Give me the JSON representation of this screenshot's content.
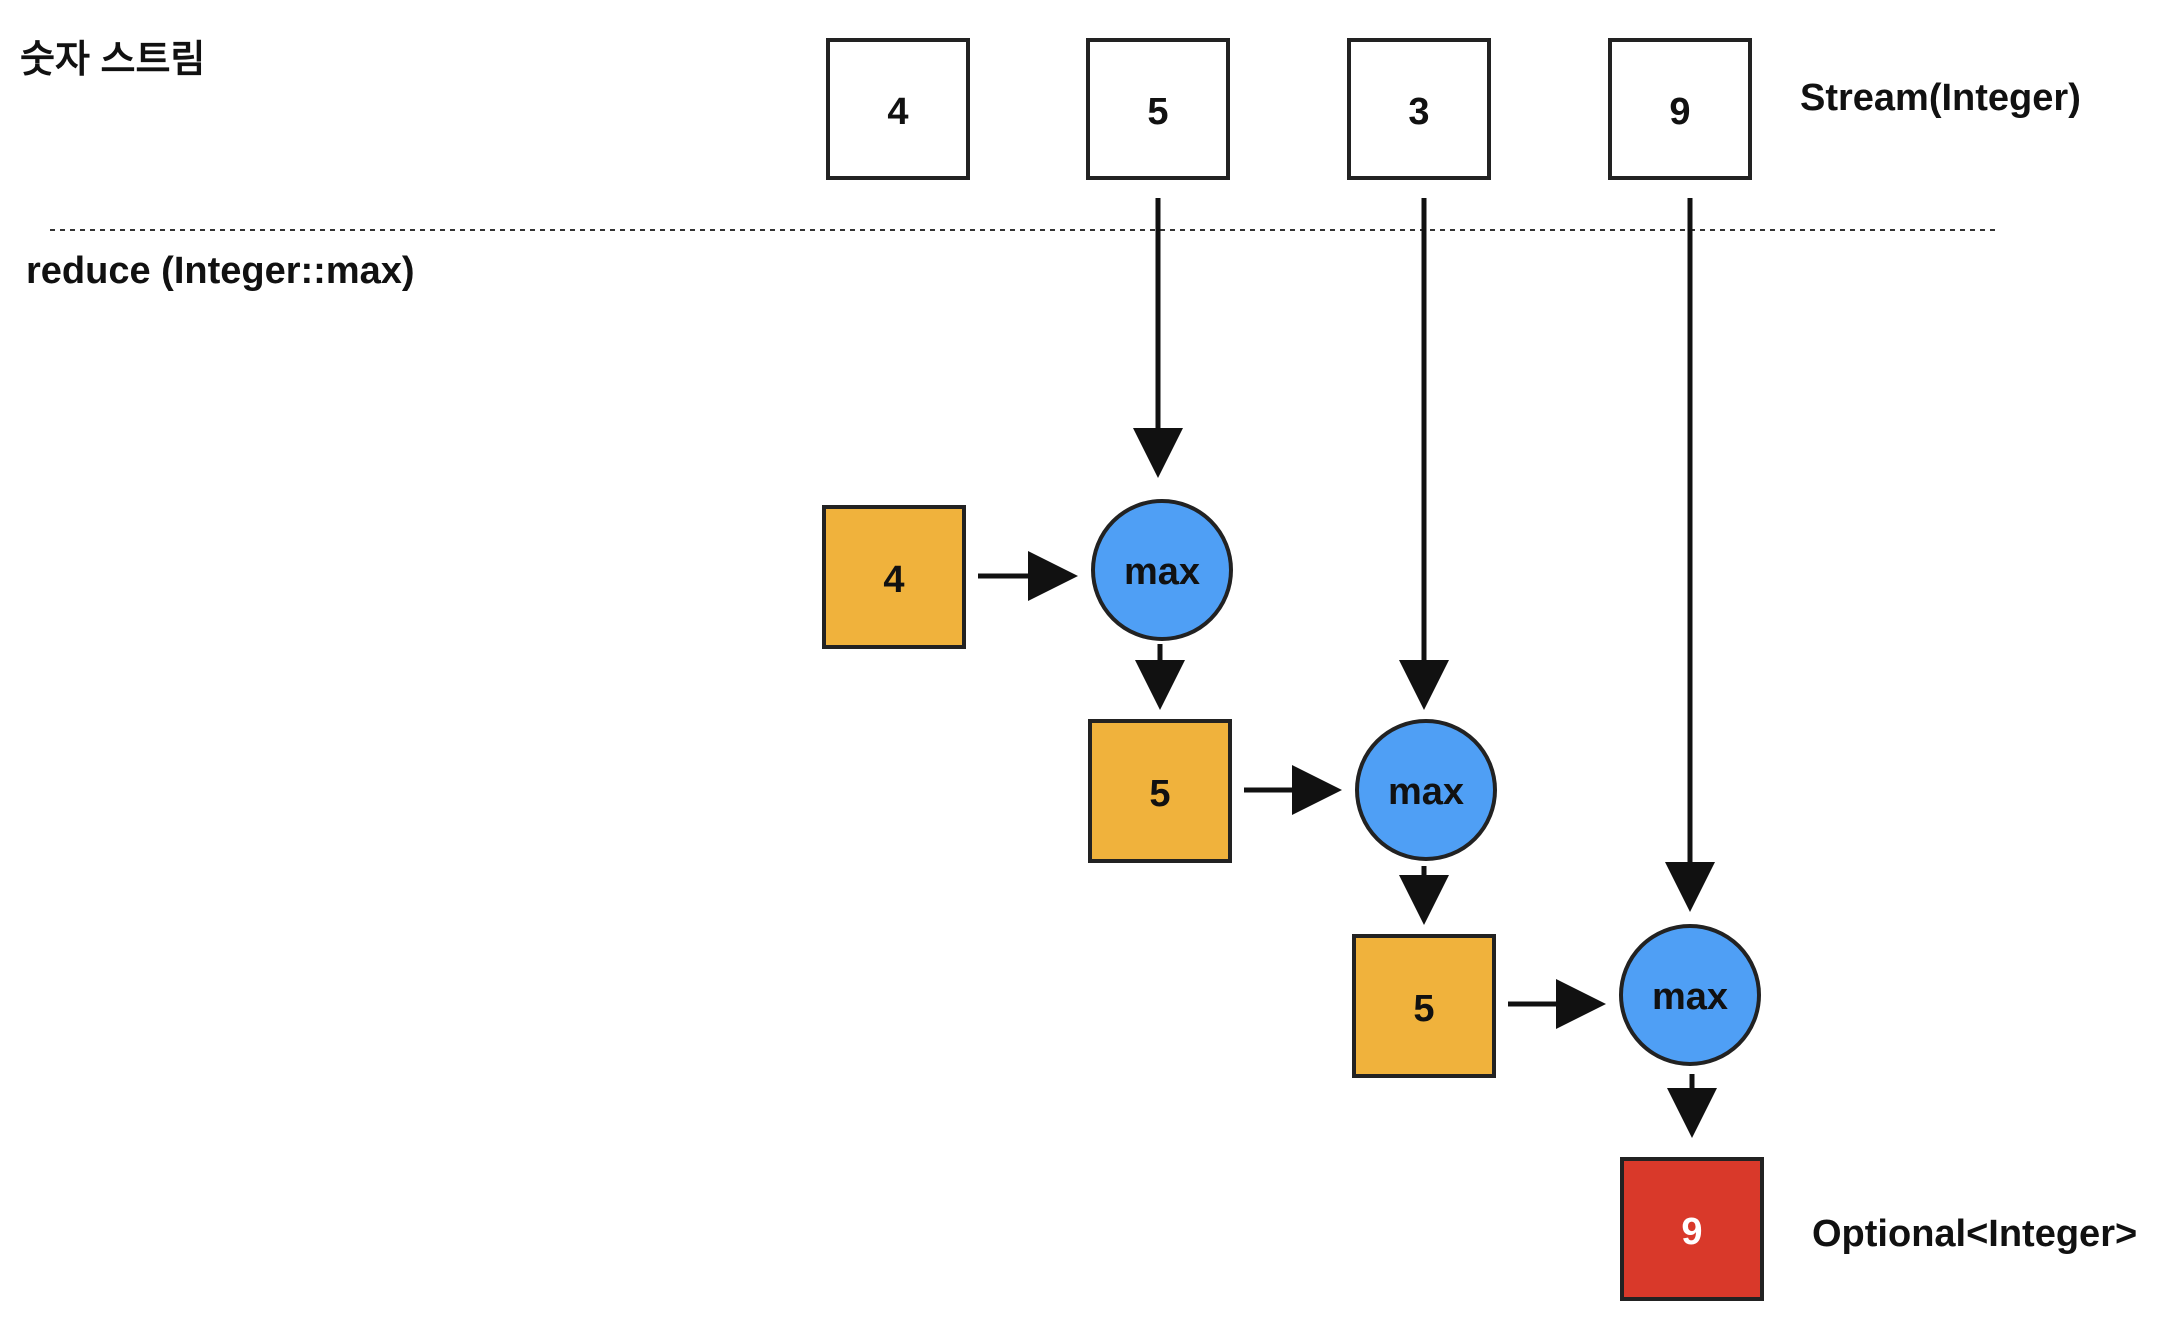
{
  "title": "숫자 스트림",
  "operation_label": "reduce (Integer::max)",
  "stream_type_label": "Stream(Integer)",
  "result_type_label": "Optional<Integer>",
  "stream_items": [
    "4",
    "5",
    "3",
    "9"
  ],
  "operator_label": "max",
  "accumulators": [
    "4",
    "5",
    "5"
  ],
  "result_value": "9",
  "colors": {
    "stream_box_fill": "#ffffff",
    "accumulator_fill": "#f0b23c",
    "operator_fill": "#4f9ff5",
    "result_fill": "#d9392a",
    "result_text": "#ffffff",
    "stroke": "#222222"
  },
  "icons": {
    "arrow": "arrow-icon"
  }
}
